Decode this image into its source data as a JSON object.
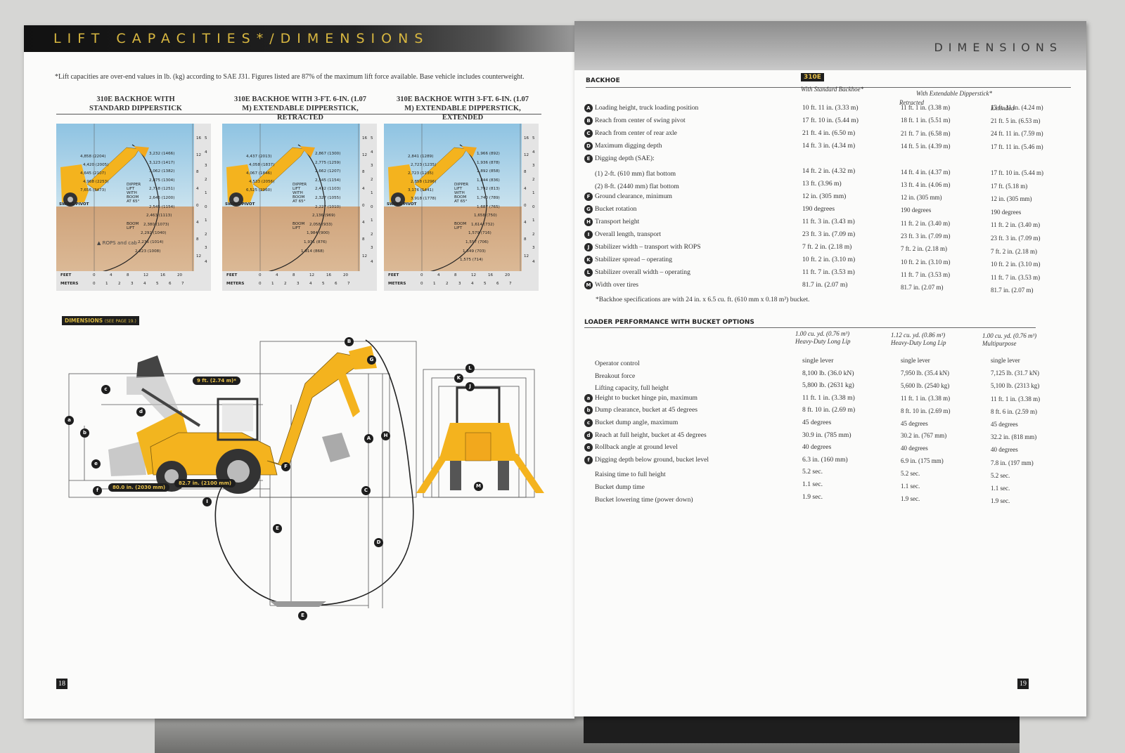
{
  "left_page": {
    "header": "LIFT CAPACITIES*/DIMENSIONS",
    "note": "*Lift capacities are over-end values in lb. (kg) according to SAE J31. Figures listed are 87% of the maximum lift force available. Base vehicle includes counterweight.",
    "charts": [
      {
        "title": "310E BACKHOE WITH STANDARD DIPPERSTICK",
        "labels_left": [
          "4,858 (2204)",
          "4,420 (2005)",
          "4,645 (2107)",
          "4,968 (2253)",
          "7,656 (3473)"
        ],
        "labels_right": [
          "3,232 (1466)",
          "3,123 (1417)",
          "3,062 (1382)",
          "2,875 (1304)",
          "2,758 (1251)",
          "2,645 (1200)",
          "2,545 (1154)",
          "2,463 (1113)",
          "2,380 (1073)",
          "2,292 (1040)",
          "2,236 (1014)",
          "2,223 (1008)"
        ],
        "dipper_note": "DIPPER LIFT WITH BOOM AT 65°",
        "boom_note": "BOOM LIFT"
      },
      {
        "title": "310E BACKHOE WITH 3-FT. 6-IN. (1.07 M) EXTENDABLE DIPPERSTICK, RETRACTED",
        "labels_left": [
          "4,437 (2013)",
          "4,058 (1837)",
          "4,067 (1846)",
          "4,533 (2056)",
          "6,525 (2960)"
        ],
        "labels_right": [
          "2,867 (1300)",
          "2,775 (1259)",
          "2,662 (1207)",
          "2,545 (1154)",
          "2,432 (1103)",
          "2,327 (1055)",
          "2,227 (1010)",
          "2,136 (969)",
          "2,058 (933)",
          "1,984 (900)",
          "1,931 (876)",
          "1,914 (868)"
        ],
        "dipper_note": "DIPPER LIFT WITH BOOM AT 65°",
        "boom_note": "BOOM LIFT"
      },
      {
        "title": "310E BACKHOE WITH 3-FT. 6-IN. (1.07 M) EXTENDABLE DIPPERSTICK, EXTENDED",
        "labels_left": [
          "2,841 (1289)",
          "2,723 (1235)",
          "2,723 (1235)",
          "2,858 (1296)",
          "3,176 (1441)",
          "3,918 (1778)"
        ],
        "labels_right": [
          "1,966 (892)",
          "1,936 (878)",
          "1,892 (858)",
          "1,844 (836)",
          "1,792 (813)",
          "1,740 (789)",
          "1,687 (765)",
          "1,658 (750)",
          "1,614 (732)",
          "1,579 (716)",
          "1,557 (706)",
          "1,549 (703)",
          "1,575 (714)"
        ],
        "dipper_note": "DIPPER LIFT WITH BOOM AT 65°",
        "boom_note": "BOOM LIFT"
      }
    ],
    "chart_axes": {
      "swing_pivot": "SWING PIVOT",
      "feet_label": "FEET",
      "meters_label": "METERS",
      "feet_ticks": [
        "0",
        "4",
        "8",
        "12",
        "16",
        "20"
      ],
      "meters_ticks": [
        "0",
        "1",
        "2",
        "3",
        "4",
        "5",
        "6",
        "7"
      ],
      "right_ft": [
        "16",
        "12",
        "8",
        "4",
        "0",
        "4",
        "8",
        "12"
      ],
      "right_m": [
        "5",
        "4",
        "3",
        "2",
        "1",
        "0",
        "1",
        "2",
        "3",
        "4"
      ]
    },
    "dimensions_tag": "DIMENSIONS",
    "dimensions_see": "(SEE PAGE 19.)",
    "callouts": {
      "width_9ft": "9 ft. (2.74 m)*",
      "dim_80": "80.0 in. (2030 mm)",
      "dim_82": "82.7 in. (2100 mm)"
    },
    "rops_note": "▲ ROPS and cab",
    "page_number": "18"
  },
  "right_page": {
    "header": "DIMENSIONS",
    "backhoe": {
      "section_title": "BACKHOE",
      "model": "310E",
      "col1": "With Standard Backhoe*",
      "col_group": "With Extendable Dipperstick*",
      "col2": "Retracted",
      "col3": "Extended",
      "rows": [
        {
          "m": "A",
          "label": "Loading height, truck loading position",
          "v1": "10 ft. 11 in. (3.33 m)",
          "v2": "11 ft. 1 in. (3.38 m)",
          "v3": "13 ft. 11 in. (4.24 m)"
        },
        {
          "m": "B",
          "label": "Reach from center of swing pivot",
          "v1": "17 ft. 10 in. (5.44 m)",
          "v2": "18 ft. 1 in. (5.51 m)",
          "v3": "21 ft. 5 in. (6.53 m)"
        },
        {
          "m": "C",
          "label": "Reach from center of rear axle",
          "v1": "21 ft. 4 in. (6.50 m)",
          "v2": "21 ft. 7 in. (6.58 m)",
          "v3": "24 ft. 11 in. (7.59 m)"
        },
        {
          "m": "D",
          "label": "Maximum digging depth",
          "v1": "14 ft. 3 in. (4.34 m)",
          "v2": "14 ft. 5 in. (4.39 m)",
          "v3": "17 ft. 11 in. (5.46 m)"
        },
        {
          "m": "E",
          "label": "Digging depth (SAE):",
          "v1": "",
          "v2": "",
          "v3": ""
        },
        {
          "m": "",
          "label": "(1) 2-ft. (610 mm) flat bottom",
          "v1": "14 ft. 2 in. (4.32 m)",
          "v2": "14 ft. 4 in. (4.37 m)",
          "v3": "17 ft. 10 in. (5.44 m)"
        },
        {
          "m": "",
          "label": "(2) 8-ft. (2440 mm) flat bottom",
          "v1": "13 ft. (3.96 m)",
          "v2": "13 ft. 4 in. (4.06 m)",
          "v3": "17 ft. (5.18 m)"
        },
        {
          "m": "F",
          "label": "Ground clearance, minimum",
          "v1": "12 in. (305 mm)",
          "v2": "12 in. (305 mm)",
          "v3": "12 in. (305 mm)"
        },
        {
          "m": "G",
          "label": "Bucket rotation",
          "v1": "190 degrees",
          "v2": "190 degrees",
          "v3": "190 degrees"
        },
        {
          "m": "H",
          "label": "Transport height",
          "v1": "11 ft. 3 in. (3.43 m)",
          "v2": "11 ft. 2 in. (3.40 m)",
          "v3": "11 ft. 2 in. (3.40 m)"
        },
        {
          "m": "I",
          "label": "Overall length, transport",
          "v1": "23 ft. 3 in. (7.09 m)",
          "v2": "23 ft. 3 in. (7.09 m)",
          "v3": "23 ft. 3 in. (7.09 m)"
        },
        {
          "m": "J",
          "label": "Stabilizer width – transport with ROPS",
          "v1": "7 ft. 2 in. (2.18 m)",
          "v2": "7 ft. 2 in. (2.18 m)",
          "v3": "7 ft. 2 in. (2.18 m)"
        },
        {
          "m": "K",
          "label": "Stabilizer spread – operating",
          "v1": "10 ft. 2 in. (3.10 m)",
          "v2": "10 ft. 2 in. (3.10 m)",
          "v3": "10 ft. 2 in. (3.10 m)"
        },
        {
          "m": "L",
          "label": "Stabilizer overall width – operating",
          "v1": "11 ft. 7 in. (3.53 m)",
          "v2": "11 ft. 7 in. (3.53 m)",
          "v3": "11 ft. 7 in. (3.53 m)"
        },
        {
          "m": "M",
          "label": "Width over tires",
          "v1": "81.7 in. (2.07 m)",
          "v2": "81.7 in. (2.07 m)",
          "v3": "81.7 in. (2.07 m)"
        }
      ],
      "footnote": "*Backhoe specifications are with 24 in. x 6.5 cu. ft. (610 mm x 0.18 m³) bucket."
    },
    "loader": {
      "section_title": "LOADER PERFORMANCE WITH BUCKET OPTIONS",
      "col1": "1.00 cu. yd. (0.76 m³) Heavy-Duty Long Lip",
      "col2": "1.12 cu. yd. (0.86 m³) Heavy-Duty Long Lip",
      "col3": "1.00 cu. yd. (0.76 m³) Multipurpose",
      "rows": [
        {
          "m": "",
          "label": "Operator control",
          "v1": "single lever",
          "v2": "single lever",
          "v3": "single lever"
        },
        {
          "m": "",
          "label": "Breakout force",
          "v1": "8,100 lb. (36.0 kN)",
          "v2": "7,950 lb. (35.4 kN)",
          "v3": "7,125 lb. (31.7 kN)"
        },
        {
          "m": "",
          "label": "Lifting capacity, full height",
          "v1": "5,800 lb. (2631 kg)",
          "v2": "5,600 lb. (2540 kg)",
          "v3": "5,100 lb. (2313 kg)"
        },
        {
          "m": "a",
          "label": "Height to bucket hinge pin, maximum",
          "v1": "11 ft. 1 in. (3.38 m)",
          "v2": "11 ft. 1 in. (3.38 m)",
          "v3": "11 ft. 1 in. (3.38 m)"
        },
        {
          "m": "b",
          "label": "Dump clearance, bucket at 45 degrees",
          "v1": "8 ft. 10 in. (2.69 m)",
          "v2": "8 ft. 10 in. (2.69 m)",
          "v3": "8 ft. 6 in. (2.59 m)"
        },
        {
          "m": "c",
          "label": "Bucket dump angle, maximum",
          "v1": "45 degrees",
          "v2": "45 degrees",
          "v3": "45 degrees"
        },
        {
          "m": "d",
          "label": "Reach at full height, bucket at 45 degrees",
          "v1": "30.9 in. (785 mm)",
          "v2": "30.2 in. (767 mm)",
          "v3": "32.2 in. (818 mm)"
        },
        {
          "m": "e",
          "label": "Rollback angle at ground level",
          "v1": "40 degrees",
          "v2": "40 degrees",
          "v3": "40 degrees"
        },
        {
          "m": "f",
          "label": "Digging depth below ground, bucket level",
          "v1": "6.3 in. (160 mm)",
          "v2": "6.9 in. (175 mm)",
          "v3": "7.8 in. (197 mm)"
        },
        {
          "m": "",
          "label": "Raising time to full height",
          "v1": "5.2 sec.",
          "v2": "5.2 sec.",
          "v3": "5.2 sec."
        },
        {
          "m": "",
          "label": "Bucket dump time",
          "v1": "1.1 sec.",
          "v2": "1.1 sec.",
          "v3": "1.1 sec."
        },
        {
          "m": "",
          "label": "Bucket lowering time (power down)",
          "v1": "1.9 sec.",
          "v2": "1.9 sec.",
          "v3": "1.9 sec."
        }
      ]
    },
    "page_number": "19"
  }
}
